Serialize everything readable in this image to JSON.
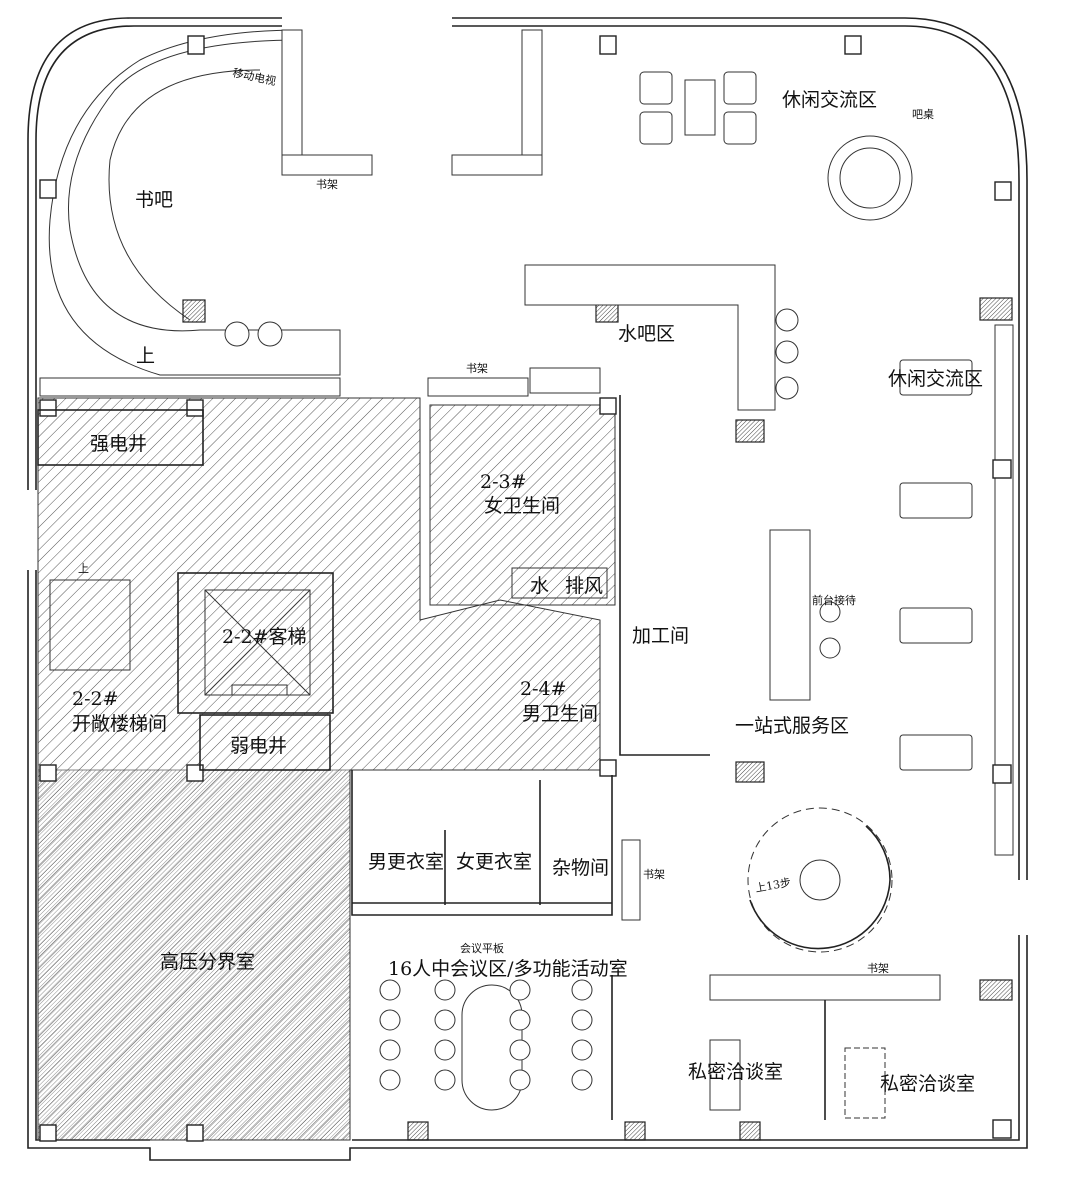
{
  "plan": {
    "rooms": {
      "book_bar": "书吧",
      "mobile_tv": "移动电视",
      "bookshelf_1": "书架",
      "bookshelf_2": "书架",
      "bookshelf_3": "书架",
      "bookshelf_4": "书架",
      "lounge_1": "休闲交流区",
      "bar_table": "吧桌",
      "water_bar": "水吧区",
      "lounge_2": "休闲交流区",
      "power_shaft": "强电井",
      "female_wc_no": "2-3#",
      "female_wc": "女卫生间",
      "water": "水",
      "exhaust": "排风",
      "processing": "加工间",
      "elevator": "2-2#客梯",
      "stair_no": "2-2#",
      "stair": "开敞楼梯间",
      "weak_shaft": "弱电井",
      "male_wc_no": "2-4#",
      "male_wc": "男卫生间",
      "reception": "前台接待",
      "service_area": "一站式服务区",
      "spiral_stair": "上13步",
      "male_locker": "男更衣室",
      "female_locker": "女更衣室",
      "storage": "杂物间",
      "meeting_panel": "会议平板",
      "meeting_room": "16人中会议区/多功能活动室",
      "hv_room": "高压分界室",
      "private_1": "私密洽谈室",
      "private_2": "私密洽谈室",
      "up_1": "上",
      "up_2": "上"
    },
    "colors": {
      "line": "#222222",
      "hatch": "#555555",
      "background": "#ffffff"
    }
  }
}
